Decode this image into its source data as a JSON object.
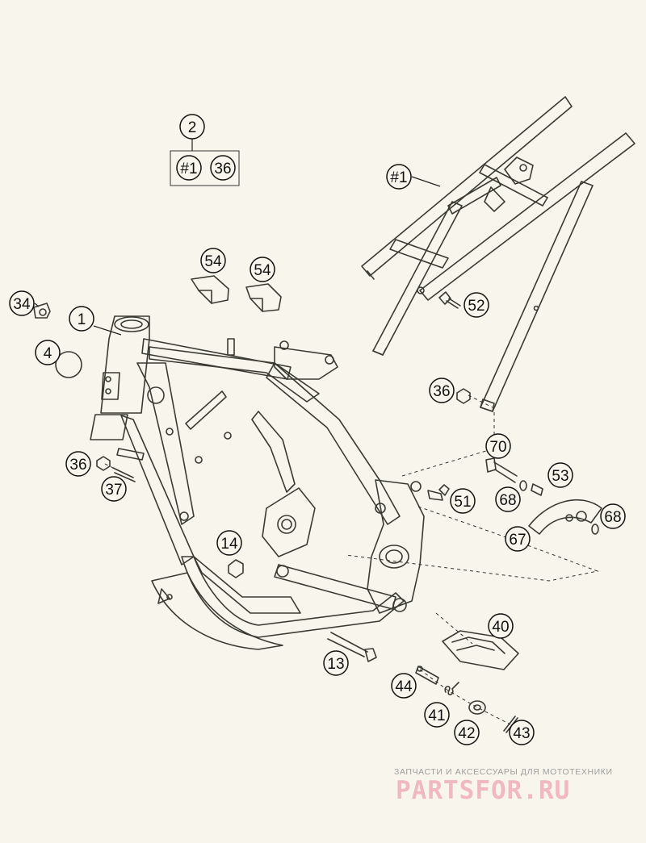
{
  "callouts": [
    {
      "id": "c2",
      "label": "2"
    },
    {
      "id": "c1a",
      "label": "#1"
    },
    {
      "id": "c36a",
      "label": "36"
    },
    {
      "id": "c1b",
      "label": "#1"
    },
    {
      "id": "c54a",
      "label": "54"
    },
    {
      "id": "c54b",
      "label": "54"
    },
    {
      "id": "c34",
      "label": "34"
    },
    {
      "id": "c1",
      "label": "1"
    },
    {
      "id": "c4",
      "label": "4"
    },
    {
      "id": "c52",
      "label": "52"
    },
    {
      "id": "c36b",
      "label": "36"
    },
    {
      "id": "c36c",
      "label": "36"
    },
    {
      "id": "c37",
      "label": "37"
    },
    {
      "id": "c70",
      "label": "70"
    },
    {
      "id": "c53",
      "label": "53"
    },
    {
      "id": "c51",
      "label": "51"
    },
    {
      "id": "c68a",
      "label": "68"
    },
    {
      "id": "c68b",
      "label": "68"
    },
    {
      "id": "c67",
      "label": "67"
    },
    {
      "id": "c14",
      "label": "14"
    },
    {
      "id": "c40",
      "label": "40"
    },
    {
      "id": "c13",
      "label": "13"
    },
    {
      "id": "c44",
      "label": "44"
    },
    {
      "id": "c41",
      "label": "41"
    },
    {
      "id": "c42",
      "label": "42"
    },
    {
      "id": "c43",
      "label": "43"
    }
  ],
  "watermark": {
    "caption": "ЗАПЧАСТИ И АКСЕССУАРЫ ДЛЯ МОТОТЕХНИКИ",
    "logo": "PARTSFOR.RU",
    "color": "#f1b8c1"
  },
  "colors": {
    "background": "#f8f6ec",
    "line": "#3a3a34"
  }
}
